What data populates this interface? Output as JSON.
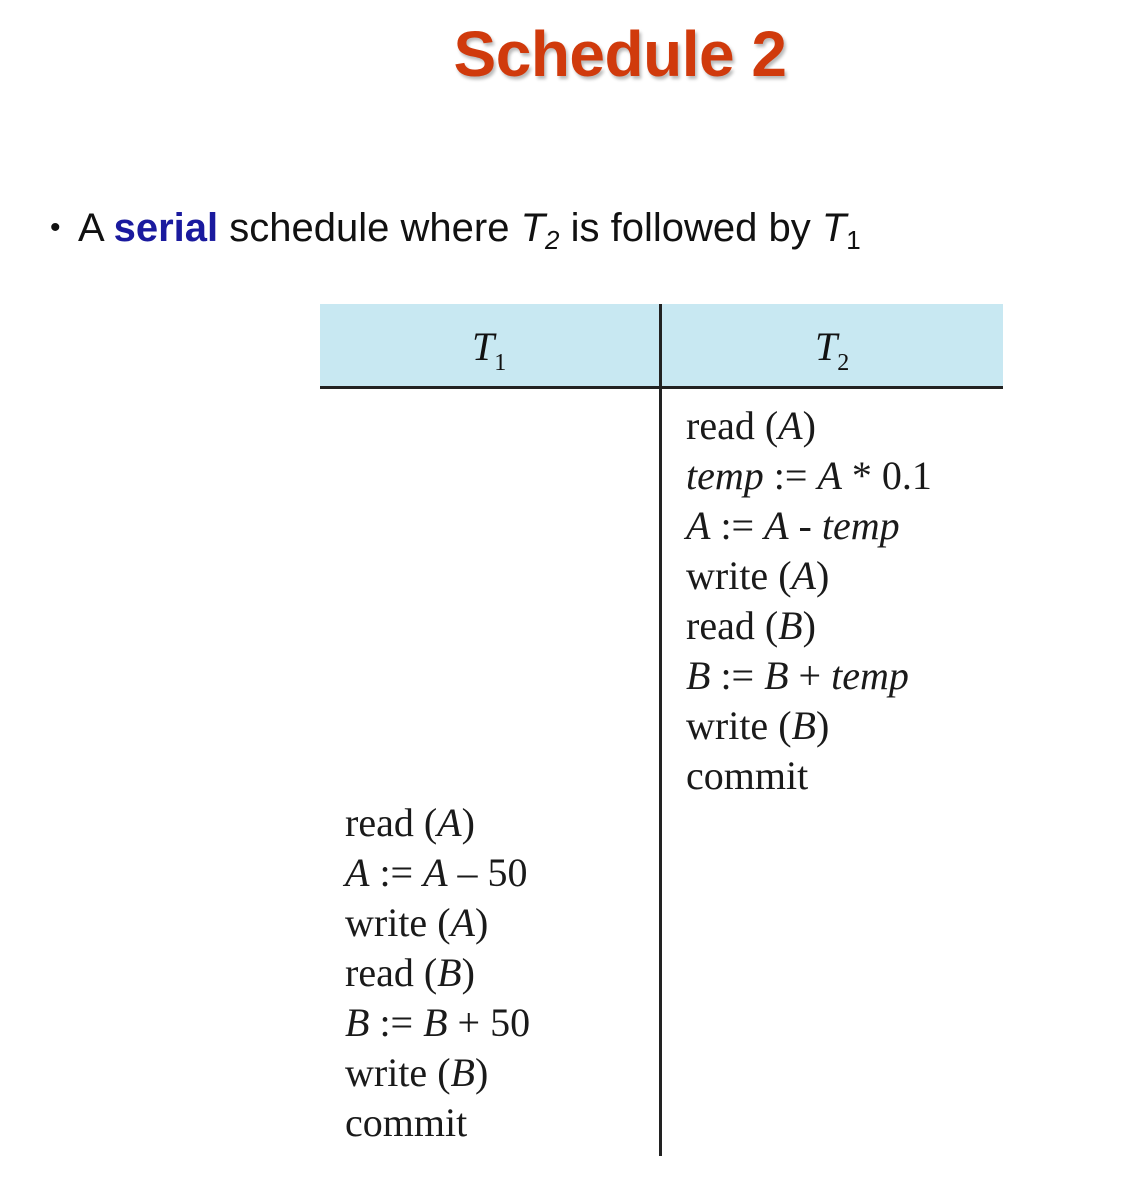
{
  "title": "Schedule 2",
  "bullet": {
    "prefix": "A",
    "keyword": "serial",
    "mid": "schedule where",
    "var1": "T",
    "var1_sub": "2",
    "mid2": "is followed by",
    "var2": "T",
    "var2_sub": "1"
  },
  "table": {
    "columns": [
      {
        "name": "T",
        "sub": "1"
      },
      {
        "name": "T",
        "sub": "2"
      }
    ],
    "t2_ops": [
      "read (A)",
      "temp := A * 0.1",
      "A := A - temp",
      "write (A)",
      "read (B)",
      "B := B + temp",
      "write (B)",
      "commit"
    ],
    "t1_ops": [
      "read (A)",
      "A := A – 50",
      "write (A)",
      "read (B)",
      "B := B + 50",
      "write (B)",
      "commit"
    ]
  },
  "colors": {
    "title": "#d03a0c",
    "keyword": "#1a1a9e",
    "header_band": "#c8e8f2"
  }
}
